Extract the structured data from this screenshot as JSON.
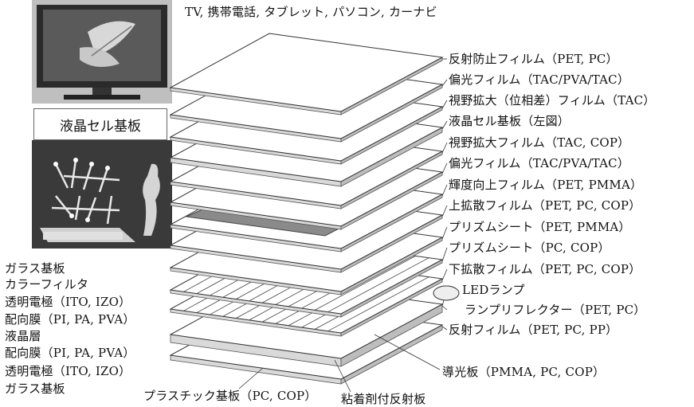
{
  "header": {
    "title": "TV, 携帯電話, タブレット, パソコン, カーナビ"
  },
  "cell_box_label": "液晶セル基板",
  "right_labels": [
    "反射防止フィルム（PET, PC）",
    "偏光フィルム（TAC/PVA/TAC）",
    "視野拡大（位相差）フィルム（TAC）",
    "液晶セル基板（左図）",
    "視野拡大フィルム（TAC, COP）",
    "偏光フィルム（TAC/PVA/TAC）",
    "輝度向上フィルム（PET, PMMA）",
    "上拡散フィルム（PET, PC, COP）",
    "プリズムシート（PET, PMMA）",
    "プリズムシート（PC, COP）",
    "下拡散フィルム（PET, PC, COP）",
    "LEDランプ",
    "ランプリフレクター（PET, PC）",
    "反射フィルム（PET, PC, PP）"
  ],
  "light_guide_label": "導光板（PMMA, PC, COP）",
  "left_labels": [
    "ガラス基板",
    "カラーフィルタ",
    "透明電極（ITO, IZO）",
    "配向膜（PI, PA, PVA）",
    "液晶層",
    "配向膜（PI, PA, PVA）",
    "透明電極（ITO, IZO）",
    "ガラス基板"
  ],
  "bottom_labels": {
    "plastic_substrate": "プラスチック基板（PC, COP）",
    "adhesive_reflector": "粘着剤付反射板"
  },
  "colors": {
    "ink": "#111111",
    "sheet": "#ffffff",
    "sheet_edge": "#bdbdbd",
    "dark_sheet": "#8a8a8a"
  }
}
